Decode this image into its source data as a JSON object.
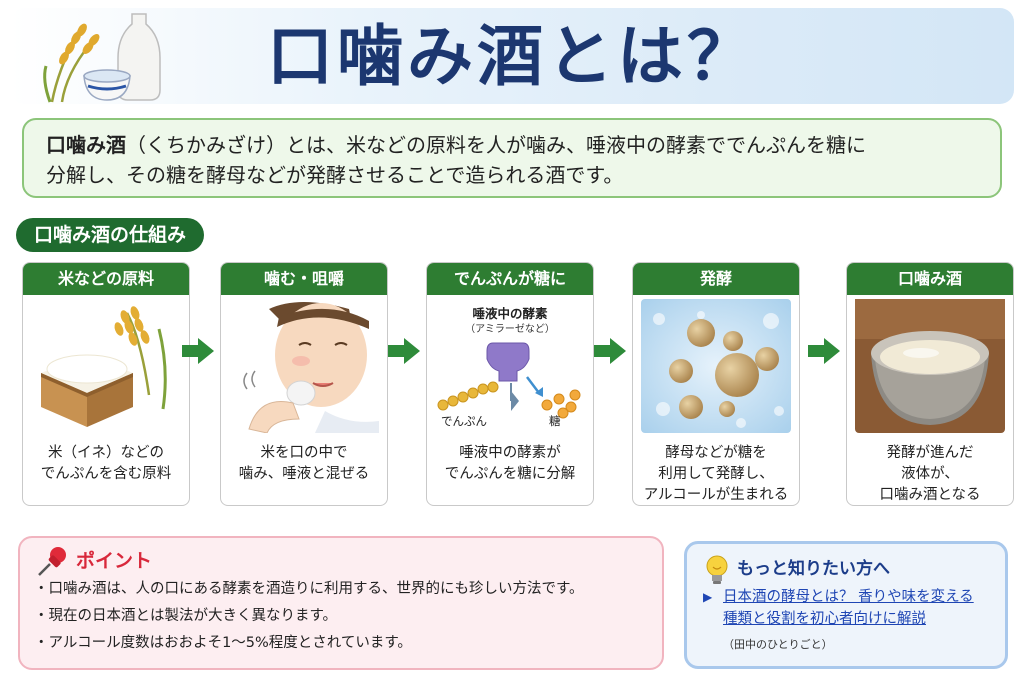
{
  "header": {
    "title": "口噛み酒とは？"
  },
  "intro": {
    "term": "口噛み酒",
    "text1": "（くちかみざけ）とは、米などの原料を人が噛み、唾液中の酵素ででんぷんを糖に",
    "text2": "分解し、その糖を酵母などが発酵させることで造られる酒です。"
  },
  "section_label": "口噛み酒の仕組み",
  "steps": [
    {
      "title": "米などの原料",
      "desc1": "米（イネ）などの",
      "desc2": "でんぷんを含む原料",
      "desc3": ""
    },
    {
      "title": "噛む・咀嚼",
      "desc1": "米を口の中で",
      "desc2": "噛み、唾液と混ぜる",
      "desc3": ""
    },
    {
      "title": "でんぷんが糖に",
      "desc1": "唾液中の酵素が",
      "desc2": "でんぷんを糖に分解",
      "desc3": "",
      "diagram": {
        "enzyme": "唾液中の酵素",
        "enzyme_sub": "（アミラーゼなど）",
        "starch": "でんぷん",
        "sugar": "糖"
      }
    },
    {
      "title": "発酵",
      "desc1": "酵母などが糖を",
      "desc2": "利用して発酵し、",
      "desc3": "アルコールが生まれる"
    },
    {
      "title": "口噛み酒",
      "desc1": "発酵が進んだ",
      "desc2": "液体が、",
      "desc3": "口噛み酒となる"
    }
  ],
  "point": {
    "title": "ポイント",
    "items": [
      "・口噛み酒は、人の口にある酵素を酒造りに利用する、世界的にも珍しい方法です。",
      "・現在の日本酒とは製法が大きく異なります。",
      "・アルコール度数はおおよそ1〜5%程度とされています。"
    ]
  },
  "more": {
    "title": "もっと知りたい方へ",
    "link_line1": "日本酒の酵母とは？ 香りや味を変える",
    "link_line2": "種類と役割を初心者向けに解説",
    "note": "（田中のひとりごと）"
  },
  "colors": {
    "title_navy": "#1c3770",
    "green": "#2e7d32",
    "point_red": "#d8283b",
    "link_blue": "#1f46b4"
  }
}
